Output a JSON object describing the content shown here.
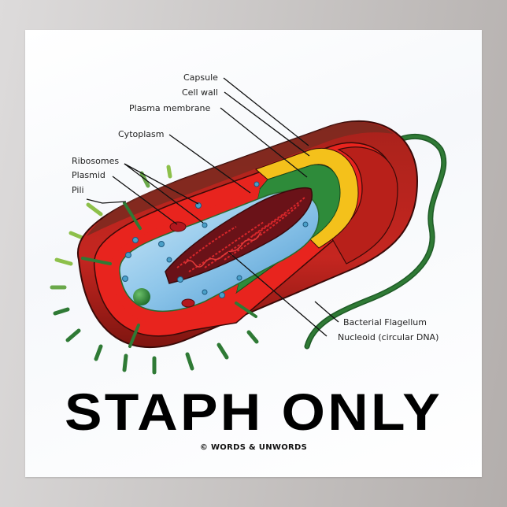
{
  "poster": {
    "title": "STAPH ONLY",
    "copyright": "© WORDS & UNWORDS"
  },
  "diagram": {
    "subject": "Prokaryotic bacterial cell (rod-shaped)",
    "labels": {
      "capsule": "Capsule",
      "cell_wall": "Cell wall",
      "plasma_membrane": "Plasma membrane",
      "cytoplasm": "Cytoplasm",
      "ribosomes": "Ribosomes",
      "plasmid": "Plasmid",
      "pili": "Pili",
      "flagellum": "Bacterial Flagellum",
      "nucleoid": "Nucleoid (circular DNA)"
    },
    "colors": {
      "capsule_outer": "#8b1a14",
      "capsule": "#c0211c",
      "cell_wall": "#e8241e",
      "yellow_layer": "#f4c11b",
      "membrane_green": "#2e8b3a",
      "cytoplasm": "#8ec6ea",
      "nucleoid": "#9b1a1e",
      "pili": "#2f7a35",
      "flagellum": "#256b2d"
    }
  }
}
